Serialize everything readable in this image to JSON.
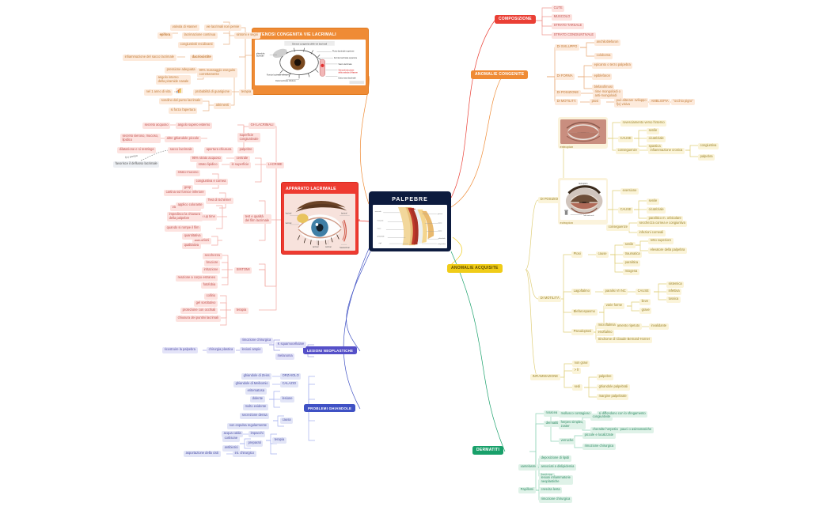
{
  "center": {
    "title": "PALPEBRE",
    "image_caption": "sezione sagittale palpebra"
  },
  "topics": {
    "composizione": "COMPOSIZIONE",
    "anomalie_congenite": "ANOMALIE CONGENITE",
    "anomalie_acquisite": "ANOMALIE ACQUISITE",
    "dermatiti": "DERMATITI",
    "lesioni": "LESIONI NEOPLASTICHE",
    "problemi": "PROBLEMI GHIANDOLE",
    "apparato": "APPARATO LACRIMALE",
    "stenosi": "STENOSI CONGENITA\nVIE LACRIMALI"
  },
  "composizione": {
    "items": [
      "CUTE",
      "MUSCOLO",
      "STRATO TARSALE",
      "STRATO CONGIUNTIVALE"
    ]
  },
  "congenite": {
    "sviluppo_label": "DI SVILUPPO",
    "sviluppo": [
      "anchiloblefaron",
      "coloboma"
    ],
    "forma_label": "DI FORMA",
    "forma": [
      "epicanto o terzo palpebra",
      "epiblefaron",
      "blefarofimosi"
    ],
    "posizione_label": "DI POSIZIONE",
    "posizione": [
      "rime mongoloidi o\nanti-mongoloidi"
    ],
    "motilita_label": "DI MOTILITÀ",
    "motilita_chain": [
      "ptosi",
      "può alterare sviluppo\nf(x) visiva",
      "AMBLIOPIA",
      "\"occhio pigro\""
    ]
  },
  "acquisite": {
    "posizione_label": "DI POSIZIONE",
    "entropion": {
      "caption": "entropion",
      "image_title": "",
      "first": "rovesciamento verso l'interno",
      "cause_label": "CAUSE",
      "cause": [
        "senile",
        "cicatriziale",
        "spastica"
      ],
      "conseguenze_label": "conseguenze",
      "conseguenze": "infiammazione cronica",
      "conseguenze_leaves": [
        "congiuntiva",
        "palpebra"
      ]
    },
    "ectropion": {
      "caption": "ectropion",
      "image_title": "Ectropion",
      "image_sub": "Tutti i nostri occhi",
      "first": "eversione",
      "cause_label": "CAUSE",
      "cause": [
        "senile",
        "cicatriziale",
        "paralitico m. orbicolare"
      ],
      "conseguenze_label": "conseguenze",
      "conseguenze_leaves": [
        "secchezza cornea e congiuntiva",
        "infezioni corneali"
      ]
    },
    "motilita_label": "DI MOTILITÀ",
    "ptosi": {
      "label": "Ptosi",
      "cause_label": "cause",
      "cause": [
        "senile",
        "traumatica",
        "paralitica",
        "miogena"
      ],
      "senile_leaves": [
        "retto superiore",
        "elevatore della palpebra"
      ]
    },
    "lagoftalmo": {
      "label": "Lagoftalmo",
      "mid": "paralisi VII NC",
      "cause_label": "CAUSE",
      "cause": [
        "sistemica",
        "infettiva",
        "tossica"
      ]
    },
    "blefarospasmo": {
      "label": "Blefarospasmo",
      "forme_label": "varie forme",
      "forme": [
        "lieve",
        "grave"
      ],
      "ammiccamento": "ammiccamento ripetuto",
      "ammiccamento_leaf": "invalidante"
    },
    "pseudoptosi": {
      "label": "Pseudoptosi",
      "items": [
        "microftalmia",
        "enoftalmo",
        "Sindrome di Claude Bernard-Horner"
      ]
    },
    "infiammazione": {
      "label": "INFIAMMAZIONE",
      "gravita": [
        "non gravi",
        "> fr"
      ],
      "sedi_label": "sedi",
      "sedi": [
        "palpebre",
        "ghiandole palpebrali",
        "margine palpebrale"
      ]
    }
  },
  "dermatiti": {
    "rosacea": "rosacea",
    "infettive_label": "dermatiti infettive",
    "mollusco": "mollusco contagioso",
    "mollusco_leaf": "si diffondono con lo sfregamento",
    "herpes": "herpes simplex,\nzoster",
    "herpes_leaves": [
      "congiuntivite",
      "cheratite herpetica"
    ],
    "cheratite_leaf": "pauci o asintomatiche",
    "verruche": "verruche",
    "verruche_leaves": [
      "piccole e localizzate",
      "rimozione chirurgica"
    ],
    "xantelasmi_label": "xantelasmi",
    "xantelasmi": [
      "deposizione di lipidi",
      "associati a dislipidemia",
      "benigne"
    ],
    "papillomi_label": "Papillomi",
    "papillomi": [
      "lesioni infiammatorie\nneoplastiche",
      "crescita lenta",
      "rimozione chirurgica"
    ]
  },
  "lesioni": {
    "leaves": [
      "K squamocellulare",
      "melanoma"
    ],
    "rimozione": "rimozione chirurgica",
    "lesioni_ampie": "lesioni ampie",
    "chirurgia": "chirurgia plastica",
    "ricostruire": "ricostruire la palpebra"
  },
  "problemi_ghiandole": {
    "orzaiolo": "ORZAIOLO",
    "orzaiolo_src": "ghiandole di Zeiss",
    "calazio": "CALAZIO",
    "calazio_src": "ghiandole di Meibomio",
    "lesione_label": "lesione",
    "lesione": [
      "eritematosa",
      "dolente",
      "molto evidente"
    ],
    "causa_label": "causa",
    "causa": [
      "secrezione densa",
      "non espulsa regolarmente"
    ],
    "terapia_label": "terapia",
    "impacchi": "impacchi",
    "impacchi_src": "acqua calda",
    "preparati": "preparati",
    "preparati_src": [
      "cortisone",
      "antibiotici"
    ],
    "chirurgico": "int. chirurgico",
    "chirurgico_src": "asportazione della cisti"
  },
  "apparato_lacrimale": {
    "gh_label": "GH LACRIMALI",
    "gh_rows": [
      {
        "a": "secreto acquoso",
        "b": "angolo supero esterno"
      },
      {
        "a": "secreto sieroso, mucoso,\nlipidico",
        "b": "altre ghiandole piccole"
      }
    ],
    "gh_extra": [
      "superficie\ncongiuntivale",
      "palpebre"
    ],
    "sacco_row": {
      "a": "dilatazione e si restringe",
      "b": "sacco lacrimale",
      "c": "apertura chiusura"
    },
    "flusso_note": "favorisce il deflusso lacrimale",
    "pompa_note": "f(x) pompa",
    "lacrime_label": "LACRIME",
    "lacrime_rows": [
      {
        "a": "95% strato acquoso",
        "b": "centrale"
      },
      {
        "a": "strato lipidico",
        "b": "in superficie"
      }
    ],
    "strato_mucoso": "strato-mucoso",
    "gcsp": "gcsp",
    "congiuntiva_cornea": "congiuntiva e cornea",
    "test_label": "test e qualità\ndel film lacrimale",
    "schirmer_label": "Test di Schirmer",
    "schirmer": [
      "cartina sul fornice inferiore",
      "valuto l'imbibizione"
    ],
    "but_label": "Break up time",
    "but": [
      "applico colorante",
      "impedisco la chiusura\ndella palpebre",
      "quando si rompe il film"
    ],
    "alterazioni_label": "alterazioni",
    "alterazioni": [
      "quantitativa",
      "qualitativa"
    ],
    "sintomi_label": "SINTOMI",
    "sintomi": [
      "secchezza",
      "bruciore",
      "irritazione",
      "reazione a corpo estraneo",
      "fotofobia"
    ],
    "terapia_label": "terapia",
    "terapia": [
      "collirio",
      "gel sostitutivo",
      "protezione con occhiali",
      "chiusura dei puntini lacrimali"
    ]
  },
  "stenosi": {
    "valvola": "valvola di Hasner",
    "vie": "vie lacrimali non pervie",
    "epifora": "epifora",
    "lacrimazione": "lacrimazione continua",
    "congiuntiviti": "congiuntiviti recidivanti",
    "sintomi_segni": "sintomi e segni",
    "infiammazione": "infiammazione del sacco lacrimale",
    "dacriocistite": "dacriocistite",
    "pressione": "pressione adeguata",
    "angolo": "angolo interno\ndella piramide nasale",
    "massaggio": "90% massaggio eseguito\ncorrettamente",
    "anno": "nel 1 anno di vita",
    "probabilita": "probabilità di guarigione",
    "terapia": "terapia",
    "sondino": "sondino dal punto lacrimale",
    "forza": "si forza l'apertura",
    "alternativi": "altrimenti",
    "chart_icon": "bar-chart-icon"
  },
  "colors": {
    "red": "#ea3f35",
    "orange": "#ef8b35",
    "yellow": "#f0cc18",
    "green": "#18a06a",
    "blue": "#3f51c4",
    "purple": "#5550c8",
    "navy": "#0d1b3e"
  }
}
